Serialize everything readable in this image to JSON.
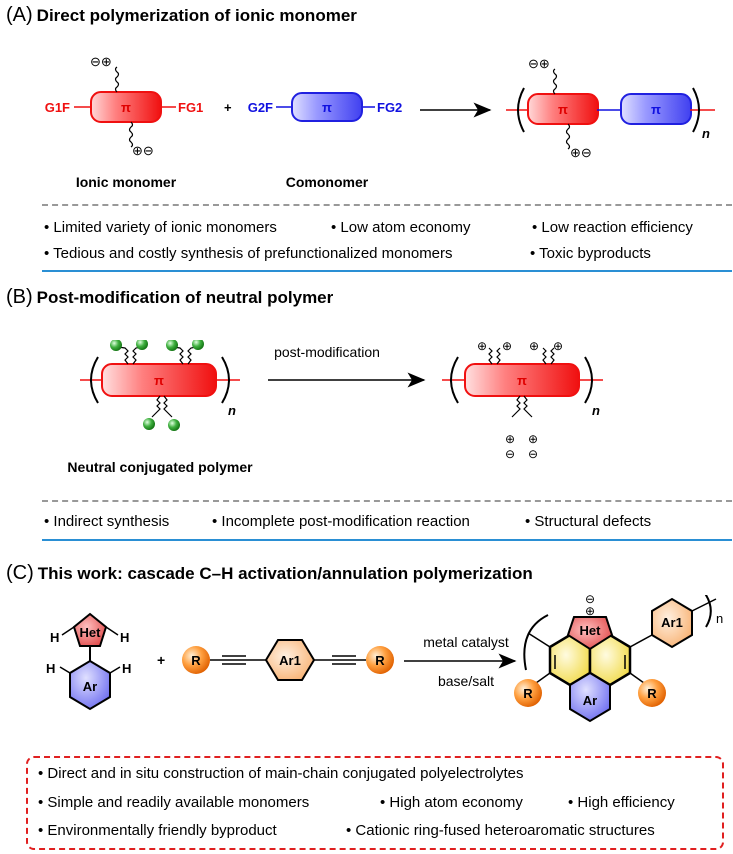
{
  "colors": {
    "ionic_red": "#f01010",
    "comonomer_blue": "#1010e0",
    "blue_rule": "#2a8fd4",
    "dashed_gray": "#999999",
    "red_box": "#e02020",
    "green_ball": "#1a8a1a",
    "het_red": "#e85050",
    "ar_blue": "#8080f0",
    "ar1_orange": "#f8c090",
    "r_orange": "#f07a10",
    "fused_yellow": "#f5e050"
  },
  "sectionA": {
    "label": "(A)",
    "title": "Direct polymerization of ionic monomer",
    "ionic_monomer": {
      "left": "G1F",
      "right": "FG1",
      "core": "π",
      "caption": "Ionic monomer"
    },
    "comonomer": {
      "left": "G2F",
      "right": "FG2",
      "core": "π",
      "caption": "Comonomer"
    },
    "plus": "+",
    "product": {
      "core1": "π",
      "core2": "π",
      "repeat": "n"
    },
    "charge_top": "⊖⊕",
    "charge_bottom": "⊕⊖",
    "drawbacks": [
      "• Limited variety of ionic monomers",
      "• Low atom economy",
      "• Low reaction efficiency",
      "• Tedious and costly synthesis of prefunctionalized monomers",
      "• Toxic byproducts"
    ]
  },
  "sectionB": {
    "label": "(B)",
    "title": "Post-modification of neutral polymer",
    "reactant": {
      "core": "π",
      "repeat": "n",
      "caption": "Neutral conjugated polymer"
    },
    "arrow_label": "post-modification",
    "product": {
      "core": "π",
      "repeat": "n"
    },
    "drawbacks": [
      "• Indirect synthesis",
      "• Incomplete post-modification reaction",
      "• Structural defects"
    ]
  },
  "sectionC": {
    "label": "(C)",
    "title": "This work: cascade C–H activation/annulation polymerization",
    "monomer1": {
      "het": "Het",
      "ar": "Ar",
      "h": "H"
    },
    "plus": "+",
    "monomer2": {
      "r": "R",
      "ar1": "Ar1"
    },
    "arrow_top": "metal catalyst",
    "arrow_bottom": "base/salt",
    "product": {
      "het": "Het",
      "ar": "Ar",
      "ar1": "Ar1",
      "r": "R",
      "repeat": "n"
    },
    "advantages": [
      "• Direct and in situ construction of main-chain conjugated polyelectrolytes",
      "• Simple and readily available monomers",
      "• High atom economy",
      "• High efficiency",
      "• Environmentally friendly byproduct",
      "• Cationic ring-fused heteroaromatic structures"
    ]
  }
}
